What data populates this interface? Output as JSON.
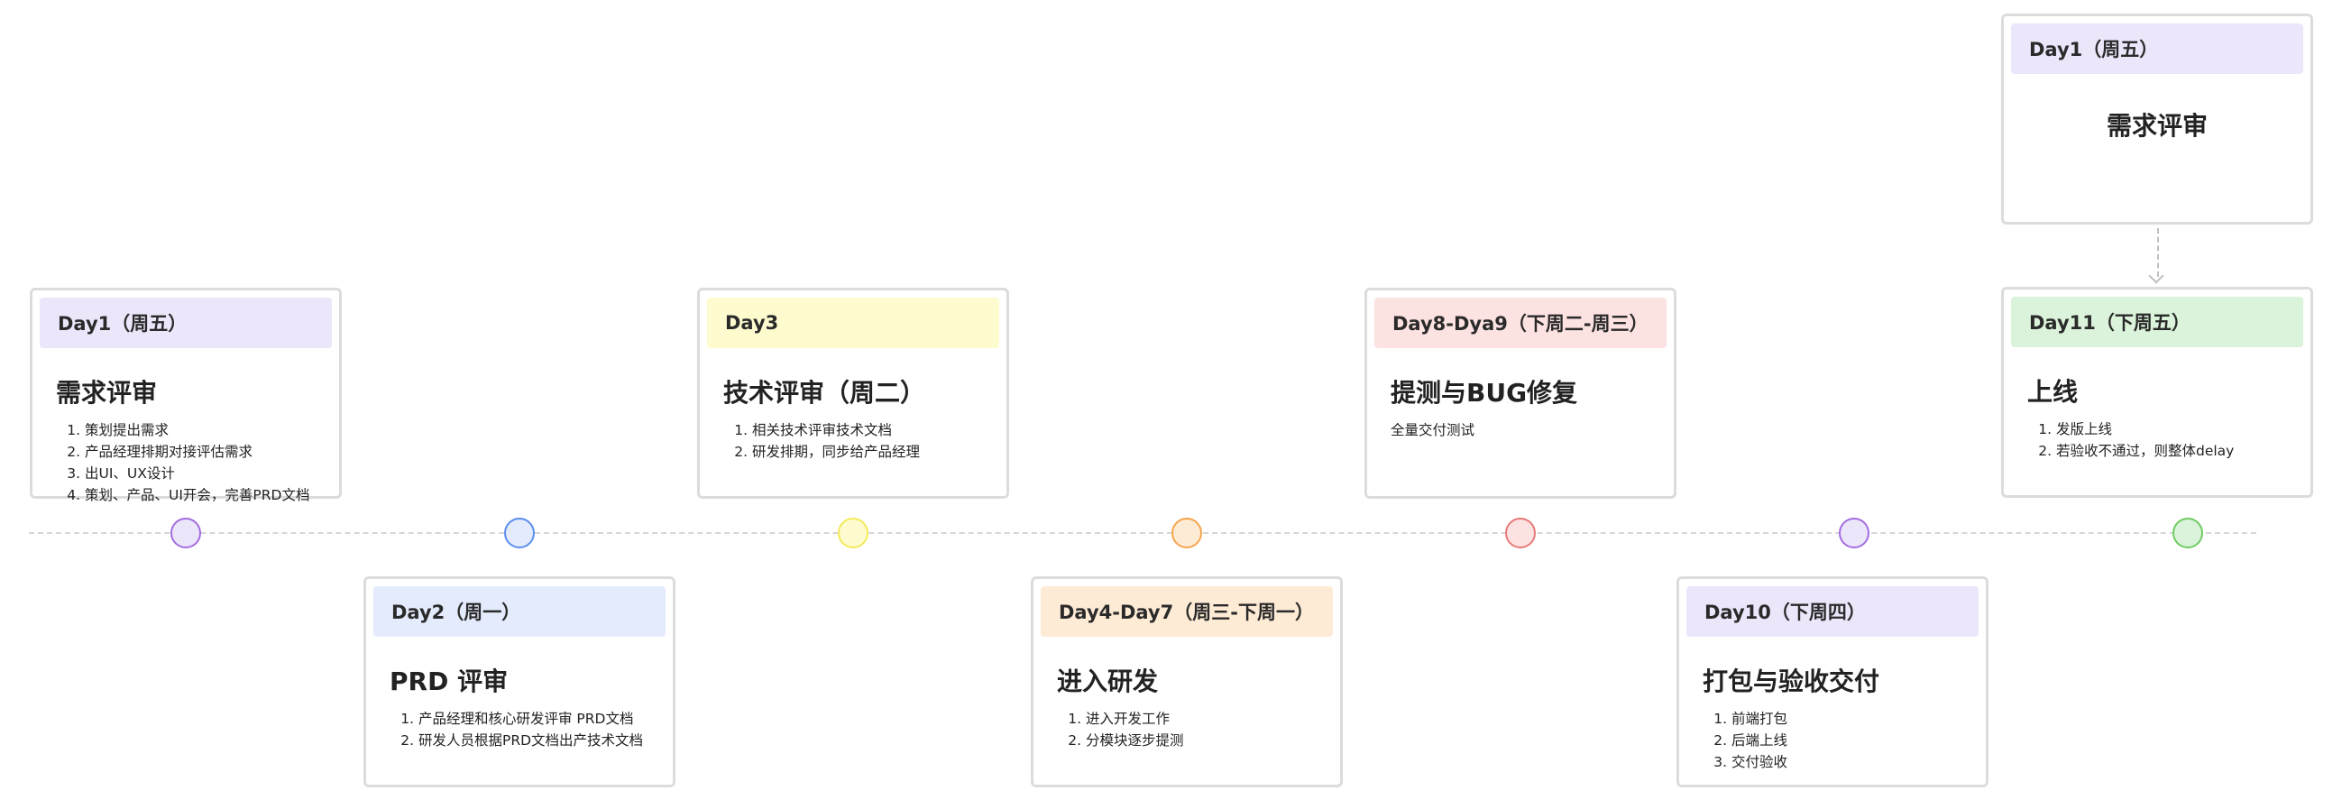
{
  "timeline": {
    "cards": [
      {
        "header": "Day1（周五）",
        "title": "需求评审",
        "items": [
          "策划提出需求",
          "产品经理排期对接评估需求",
          "出UI、UX设计",
          "策划、产品、UI开会，完善PRD文档"
        ]
      },
      {
        "header": "Day2（周一）",
        "title": "PRD 评审",
        "items": [
          "产品经理和核心研发评审 PRD文档",
          "研发人员根据PRD文档出产技术文档"
        ]
      },
      {
        "header": "Day3",
        "title": "技术评审（周二）",
        "items": [
          "相关技术评审技术文档",
          "研发排期，同步给产品经理"
        ]
      },
      {
        "header": "Day4-Day7（周三-下周一）",
        "title": "进入研发",
        "items": [
          "进入开发工作",
          "分模块逐步提测"
        ]
      },
      {
        "header": "Day8-Dya9（下周二-周三）",
        "title": "提测与BUG修复",
        "text": "全量交付测试"
      },
      {
        "header": "Day10（下周四）",
        "title": "打包与验收交付",
        "items": [
          "前端打包",
          "后端上线",
          "交付验收"
        ]
      },
      {
        "header": "Day11（下周五）",
        "title": "上线",
        "items": [
          "发版上线",
          "若验收不通过，则整体delay"
        ]
      }
    ],
    "top_card": {
      "header": "Day1（周五）",
      "title": "需求评审"
    },
    "colors": {
      "head_purple": "#ece6fb",
      "head_blue": "#e4ebfc",
      "head_yellow": "#fefccf",
      "head_orange": "#feebd5",
      "head_red": "#fde2e2",
      "head_green": "#daf3da",
      "dot_purple": "#a46de0",
      "dot_blue": "#5b8ef0",
      "dot_yellow": "#f3ea5a",
      "dot_orange": "#f5a54c",
      "dot_red": "#e87a7a",
      "dot_green": "#6fcc63"
    }
  }
}
